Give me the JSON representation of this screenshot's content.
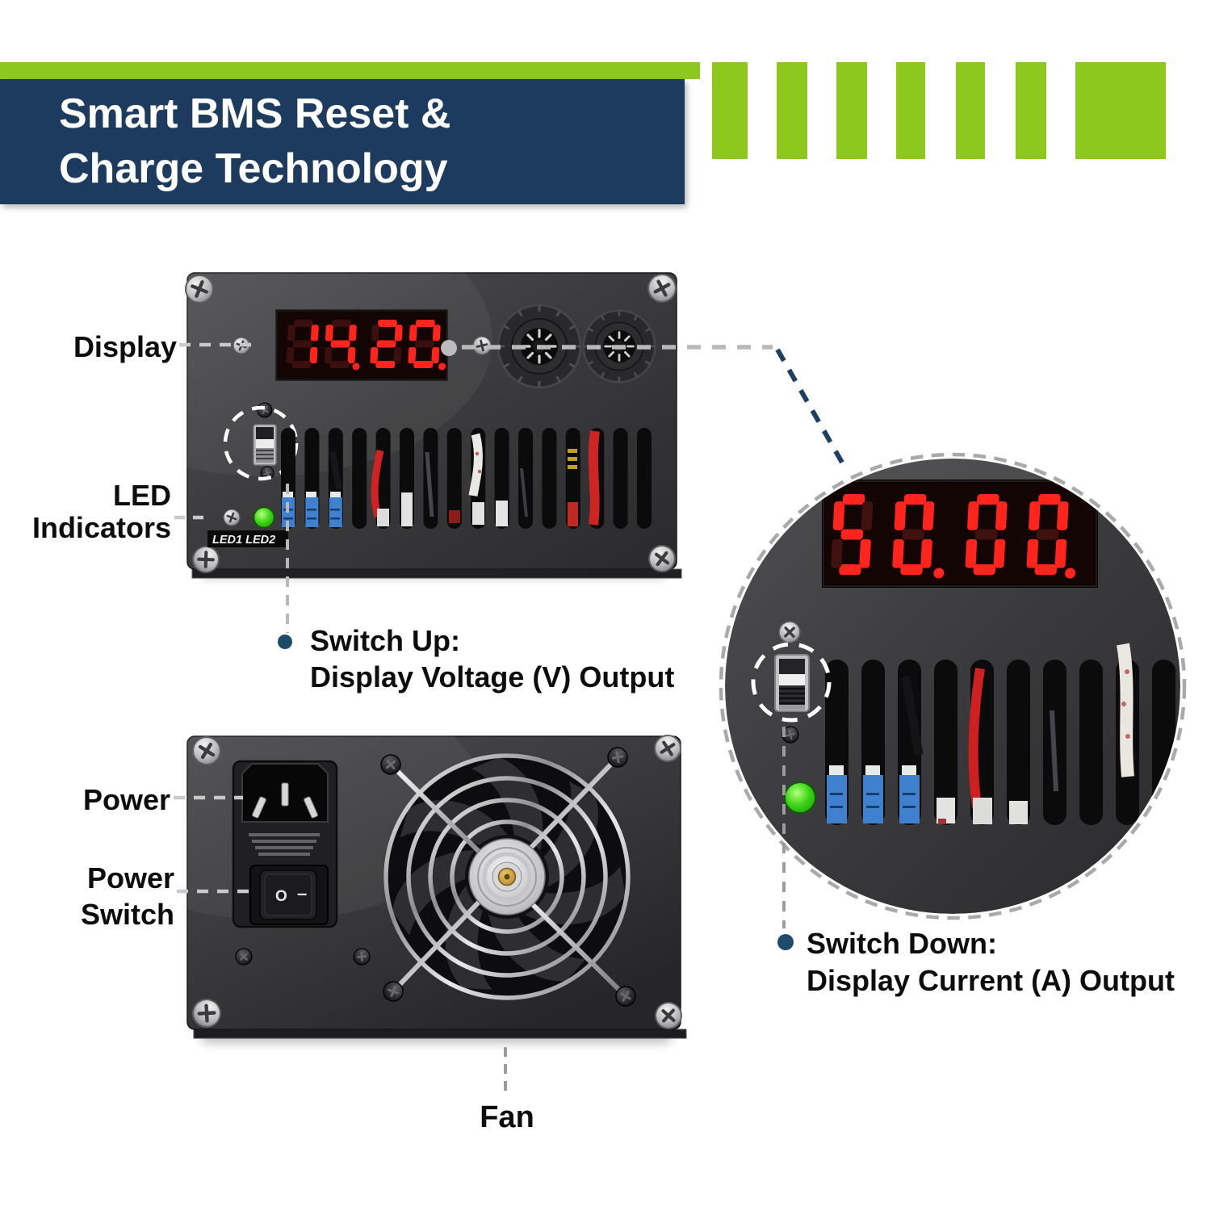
{
  "header": {
    "title_line1": "Smart BMS Reset &",
    "title_line2": "Charge Technology"
  },
  "front_photo": {
    "display_value": "14.20",
    "trailing_dot": true,
    "led_strip_label": "LED1 LED2"
  },
  "magnifier_inset": {
    "display_value": "50.00",
    "trailing_dot": true
  },
  "back_photo": {
    "rocker_off_mark": "O",
    "rocker_on_mark": "–"
  },
  "callouts": {
    "display_label": "Display",
    "led_indicators_line1": "LED",
    "led_indicators_line2": "Indicators",
    "switch_up": {
      "title": "Switch Up:",
      "desc": "Display Voltage (V) Output"
    },
    "switch_down": {
      "title": "Switch Down:",
      "desc": "Display Current (A) Output"
    },
    "power_label": "Power",
    "power_switch_line1": "Power",
    "power_switch_line2": "Switch",
    "fan_label": "Fan"
  },
  "colors": {
    "brand_navy": "#1c3b5e",
    "brand_green": "#8dc81e",
    "bullet_navy": "#1e4a6b",
    "seg_red": "#ff241c",
    "led_green": "#3bd415"
  }
}
